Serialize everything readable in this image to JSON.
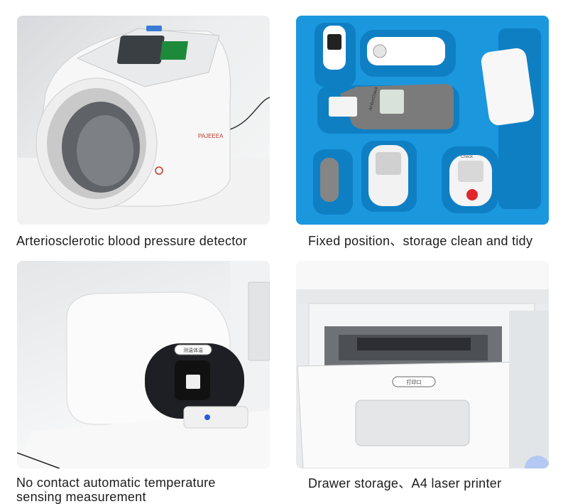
{
  "panels": [
    {
      "caption": "Arteriosclerotic blood pressure detector",
      "device_brand": "PAJEEEA"
    },
    {
      "caption": "Fixed position、storage clean and tidy",
      "device_labels": [
        "AmbreCheck",
        "Check"
      ]
    },
    {
      "caption": "No contact automatic temperature sensing measurement",
      "device_labels": [
        "测温体温"
      ]
    },
    {
      "caption": "Drawer storage、A4 laser printer",
      "device_labels": [
        "打印口"
      ]
    }
  ]
}
